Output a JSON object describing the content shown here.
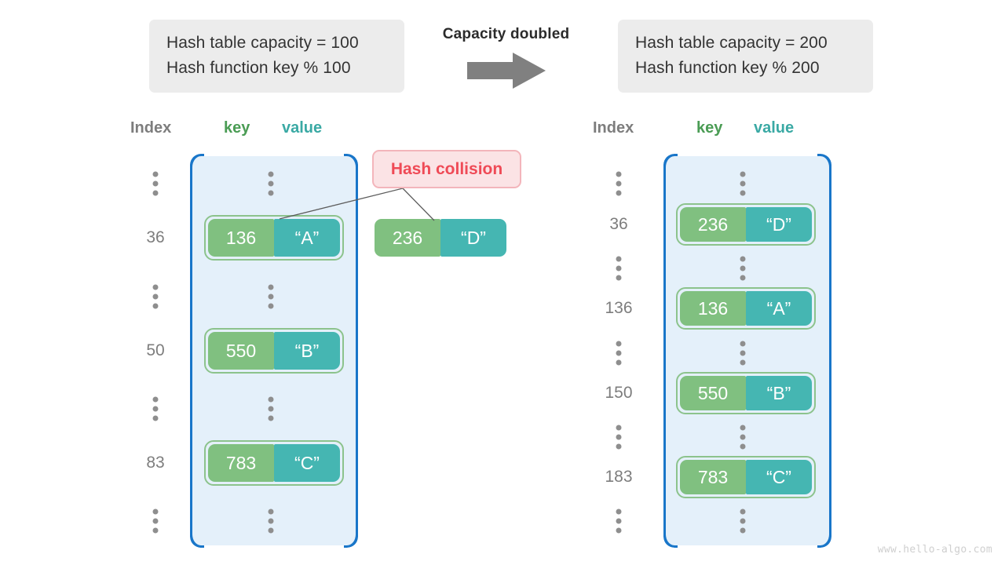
{
  "watermark": "www.hello-algo.com",
  "transition": {
    "title": "Capacity doubled",
    "arrow_icon": "right-arrow-icon",
    "arrow_color": "#808080"
  },
  "left_caption": {
    "line1": "Hash table capacity = 100",
    "line2": "Hash function key % 100"
  },
  "right_caption": {
    "line1": "Hash table capacity = 200",
    "line2": "Hash function key % 200"
  },
  "headers": {
    "index": "Index",
    "key": "key",
    "value": "value"
  },
  "colors": {
    "panel_fill": "#e4f0fa",
    "panel_border": "#1976c9",
    "key_fill": "#80c080",
    "value_fill": "#45b6b2",
    "pair_outline": "#8cc38c",
    "index_text": "#7d7d7d",
    "key_header": "#4a9c54",
    "value_header": "#3aa9a4",
    "collision_fill": "#fbe3e5",
    "collision_border": "#f3b5bb",
    "collision_text": "#ef4a56",
    "caption_fill": "#ececec",
    "dots": "#8e8e8e"
  },
  "collision": {
    "label": "Hash collision"
  },
  "left_table": {
    "rows": [
      {
        "index": "",
        "ellipsis": true
      },
      {
        "index": "36",
        "key": "136",
        "value": "“A”"
      },
      {
        "index": "",
        "ellipsis": true
      },
      {
        "index": "50",
        "key": "550",
        "value": "“B”"
      },
      {
        "index": "",
        "ellipsis": true
      },
      {
        "index": "83",
        "key": "783",
        "value": "“C”"
      },
      {
        "index": "",
        "ellipsis": true
      }
    ]
  },
  "detached_entry": {
    "key": "236",
    "value": "“D”"
  },
  "right_table": {
    "rows": [
      {
        "index": "",
        "ellipsis": true
      },
      {
        "index": "36",
        "key": "236",
        "value": "“D”"
      },
      {
        "index": "",
        "ellipsis": true
      },
      {
        "index": "136",
        "key": "136",
        "value": "“A”"
      },
      {
        "index": "",
        "ellipsis": true
      },
      {
        "index": "150",
        "key": "550",
        "value": "“B”"
      },
      {
        "index": "",
        "ellipsis": true
      },
      {
        "index": "183",
        "key": "783",
        "value": "“C”"
      },
      {
        "index": "",
        "ellipsis": true
      }
    ]
  }
}
